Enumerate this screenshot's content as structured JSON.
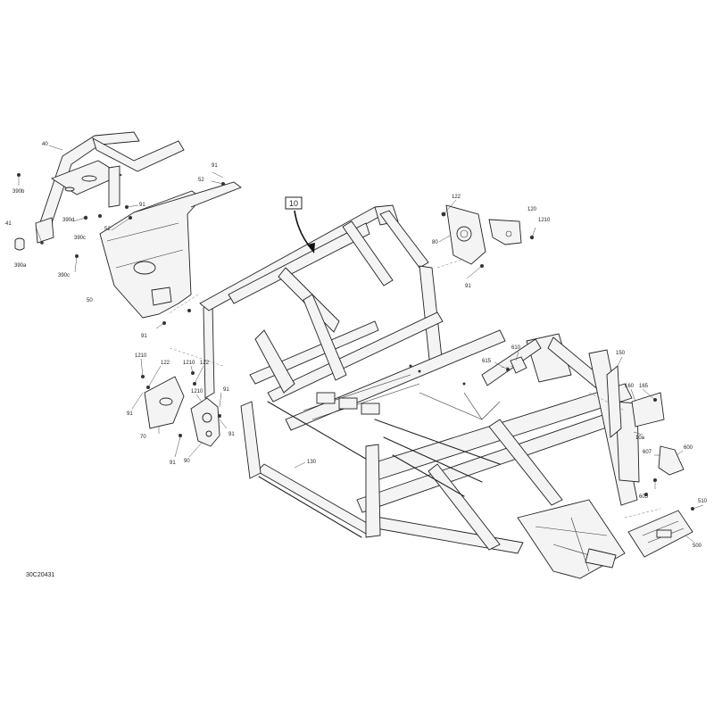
{
  "reference_code": "30C20431",
  "main_callout": "10",
  "callouts": {
    "p40": "40",
    "p390b": "390b",
    "p390d": "390d",
    "p390c_a": "390c",
    "p390c_b": "390c",
    "p41": "41",
    "p390a": "390a",
    "p52_a": "52",
    "p52_b": "52",
    "p91_a": "91",
    "p91_b": "91",
    "p50": "50",
    "p91_c": "91",
    "p122_a": "122",
    "p120": "120",
    "p1210_a": "1210",
    "p80": "80",
    "p91_d": "91",
    "p610": "610",
    "p615": "615",
    "p150": "150",
    "p160": "160",
    "p165": "165",
    "p10a": "10a",
    "p1210_b": "1210",
    "p122_b": "122",
    "p1210_c": "1210",
    "p122_c": "122",
    "p1210_d": "1210",
    "p91_e": "91",
    "p91_f": "91",
    "p91_g": "91",
    "p70": "70",
    "p91_h": "91",
    "p90": "90",
    "p130": "130",
    "p607": "607",
    "p600": "600",
    "p605": "605",
    "p510": "510",
    "p500": "500"
  }
}
